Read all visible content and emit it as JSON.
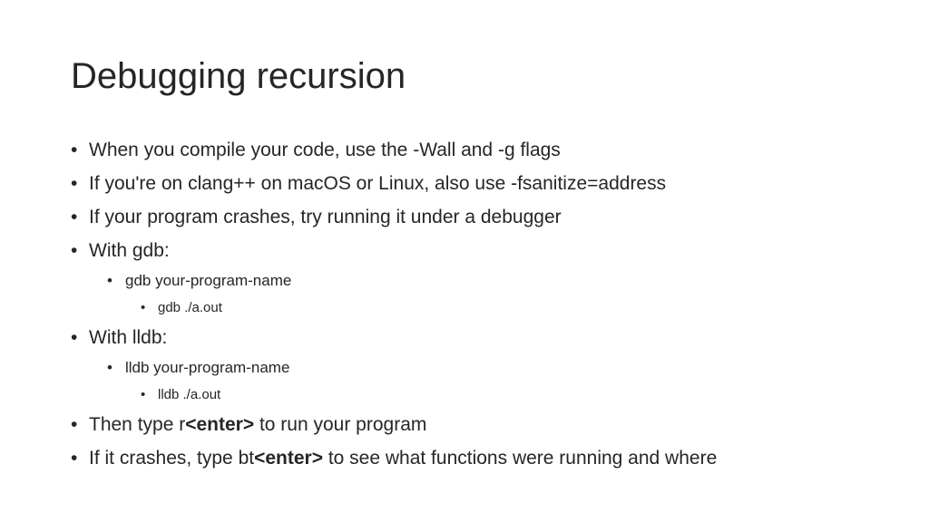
{
  "slide": {
    "title": "Debugging recursion",
    "bullet_char": "•",
    "items": [
      {
        "segments": [
          {
            "text": "When you compile your code, use the -Wall and -g flags"
          }
        ]
      },
      {
        "segments": [
          {
            "text": "If you're on clang++ on macOS or Linux, also use -fsanitize=address"
          }
        ]
      },
      {
        "segments": [
          {
            "text": "If your program crashes, try running it under a debugger"
          }
        ]
      },
      {
        "segments": [
          {
            "text": "With gdb:"
          }
        ]
      },
      {
        "segments": [
          {
            "text": "gdb your-program-name"
          }
        ]
      },
      {
        "segments": [
          {
            "text": "gdb ./a.out"
          }
        ]
      },
      {
        "segments": [
          {
            "text": "With lldb:"
          }
        ]
      },
      {
        "segments": [
          {
            "text": "lldb your-program-name"
          }
        ]
      },
      {
        "segments": [
          {
            "text": "lldb ./a.out"
          }
        ]
      },
      {
        "segments": [
          {
            "text": "Then type r"
          },
          {
            "text": "<enter>"
          },
          {
            "text": " to run your program"
          }
        ]
      },
      {
        "segments": [
          {
            "text": "If it crashes, type bt"
          },
          {
            "text": "<enter>"
          },
          {
            "text": " to see what functions were running and where"
          }
        ]
      }
    ]
  }
}
